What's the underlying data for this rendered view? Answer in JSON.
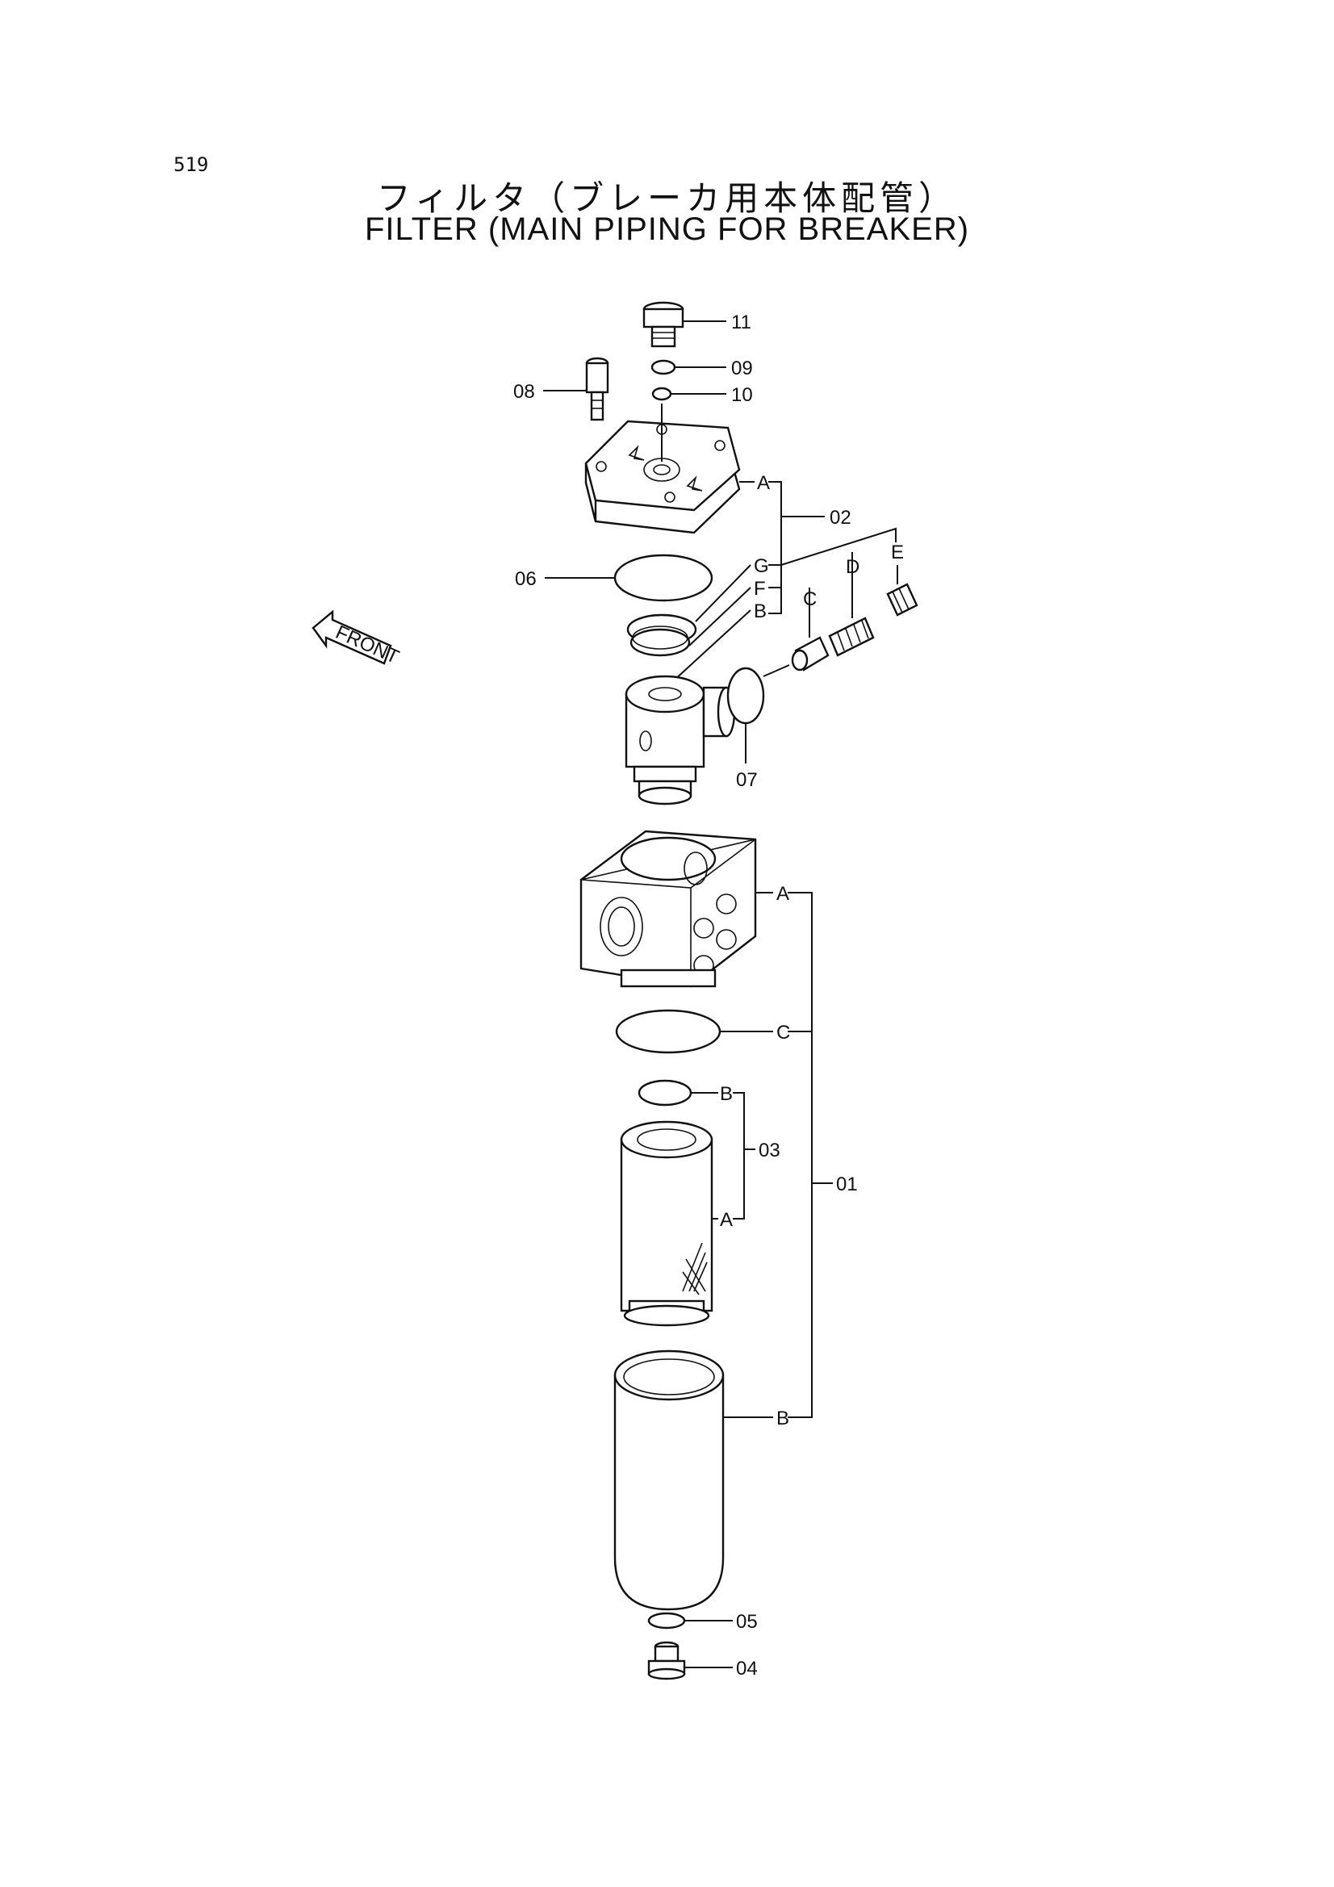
{
  "page_number": "519",
  "title_jp": "フィルタ（ブレーカ用本体配管）",
  "title_en": "FILTER (MAIN PIPING FOR BREAKER)",
  "front_label": "FRONT",
  "callouts": {
    "p11": "11",
    "p09": "09",
    "p10": "10",
    "p08": "08",
    "p02": "02",
    "p06": "06",
    "p07": "07",
    "p01": "01",
    "p03": "03",
    "p05": "05",
    "p04": "04"
  },
  "sub_labels": {
    "g02_a": "A",
    "g02_g": "G",
    "g02_f": "F",
    "g02_b": "B",
    "g02_c": "C",
    "g02_d": "D",
    "g02_e": "E",
    "g01_a": "A",
    "g01_c": "C",
    "g01_b": "B",
    "g03_b": "B",
    "g03_a": "A"
  }
}
